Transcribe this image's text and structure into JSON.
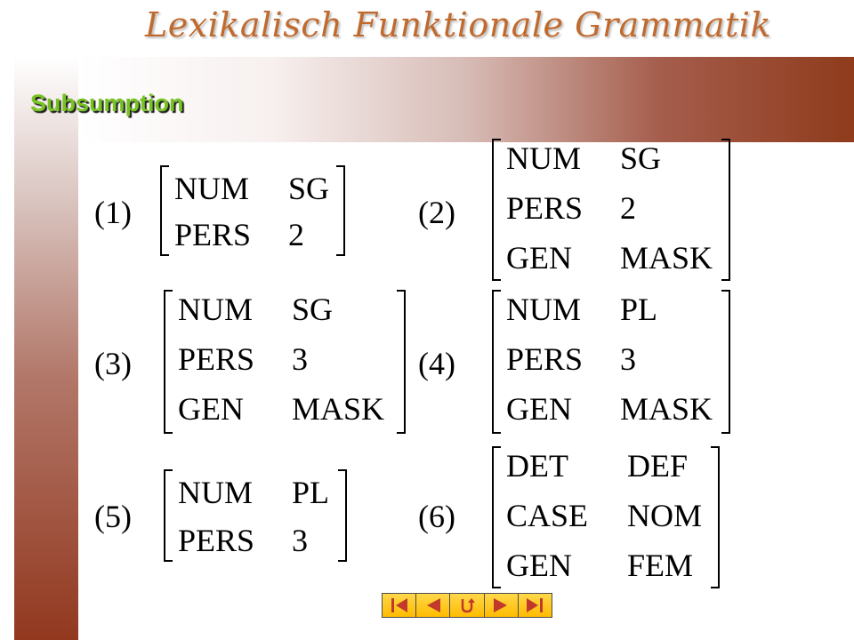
{
  "header": {
    "deck_title": "Lexikalisch Funktionale Grammatik"
  },
  "slide": {
    "title": "Subsumption"
  },
  "examples": [
    {
      "number": "(1)",
      "features": [
        {
          "attr": "NUM",
          "val": "SG"
        },
        {
          "attr": "PERS",
          "val": "2"
        }
      ]
    },
    {
      "number": "(2)",
      "features": [
        {
          "attr": "NUM",
          "val": "SG"
        },
        {
          "attr": "PERS",
          "val": "2"
        },
        {
          "attr": "GEN",
          "val": "MASK"
        }
      ]
    },
    {
      "number": "(3)",
      "features": [
        {
          "attr": "NUM",
          "val": "SG"
        },
        {
          "attr": "PERS",
          "val": "3"
        },
        {
          "attr": "GEN",
          "val": "MASK"
        }
      ]
    },
    {
      "number": "(4)",
      "features": [
        {
          "attr": "NUM",
          "val": "PL"
        },
        {
          "attr": "PERS",
          "val": "3"
        },
        {
          "attr": "GEN",
          "val": "MASK"
        }
      ]
    },
    {
      "number": "(5)",
      "features": [
        {
          "attr": "NUM",
          "val": "PL"
        },
        {
          "attr": "PERS",
          "val": "3"
        }
      ]
    },
    {
      "number": "(6)",
      "features": [
        {
          "attr": "DET",
          "val": "DEF"
        },
        {
          "attr": "CASE",
          "val": "NOM"
        },
        {
          "attr": "GEN",
          "val": "FEM"
        }
      ]
    }
  ],
  "navigation": {
    "buttons": [
      {
        "icon": "first-slide-icon"
      },
      {
        "icon": "previous-slide-icon"
      },
      {
        "icon": "return-icon"
      },
      {
        "icon": "next-slide-icon"
      },
      {
        "icon": "last-slide-icon"
      }
    ],
    "colors": {
      "fill": "#ffbf00",
      "icon": "#c0392b"
    }
  }
}
